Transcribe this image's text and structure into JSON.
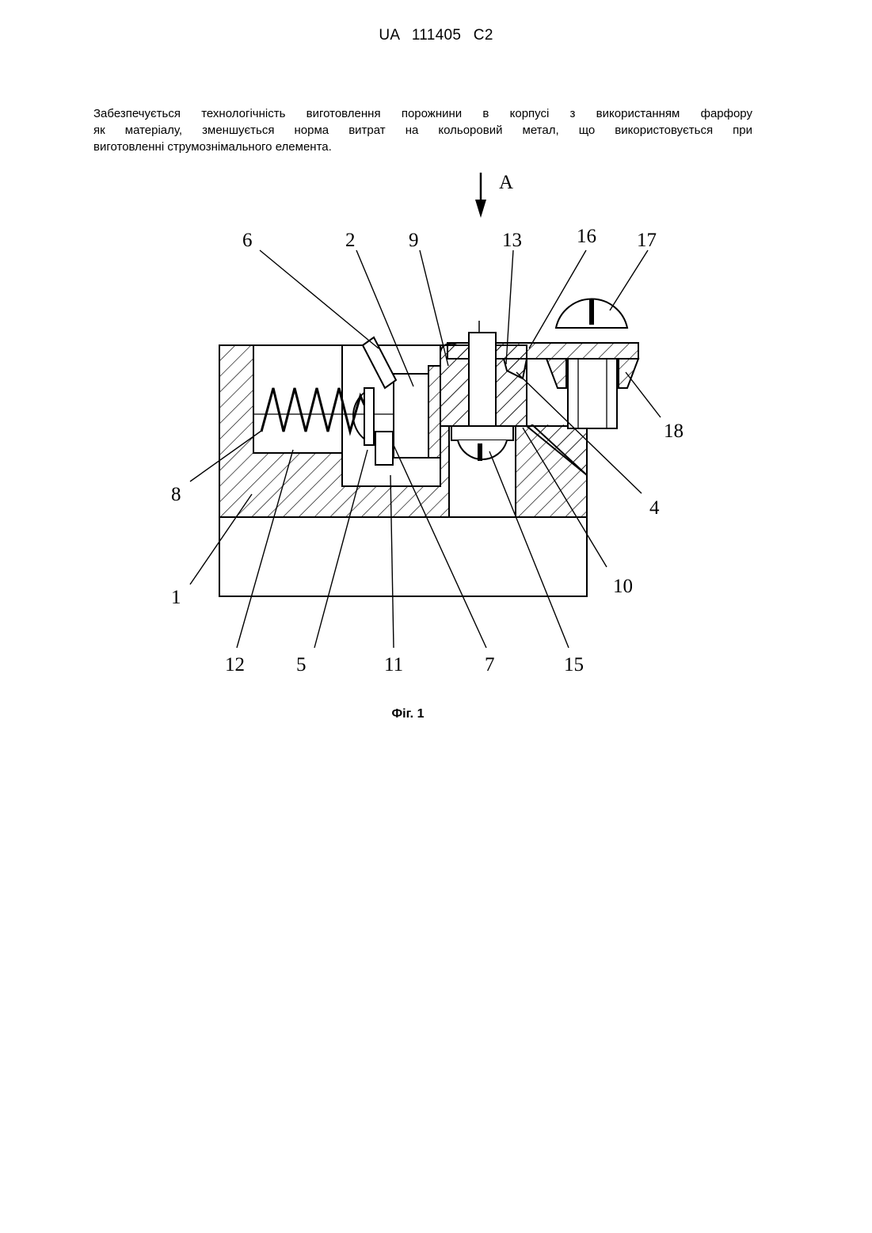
{
  "header": {
    "doc_number": "UA   111405   C2"
  },
  "paragraph": {
    "lines": [
      "Забезпечується технологічність виготовлення порожнини в корпусі з використанням фарфору",
      "як матеріалу, зменшується норма витрат на кольоровий метал, що використовується при",
      "виготовленні струмознімального елемента."
    ]
  },
  "figure": {
    "view_label": "A",
    "labels": {
      "l1": "1",
      "l2": "2",
      "l4": "4",
      "l5": "5",
      "l6": "6",
      "l7": "7",
      "l8": "8",
      "l9": "9",
      "l10": "10",
      "l11": "11",
      "l12": "12",
      "l13": "13",
      "l15": "15",
      "l16": "16",
      "l17": "17",
      "l18": "18"
    },
    "caption": "Фіг. 1"
  }
}
